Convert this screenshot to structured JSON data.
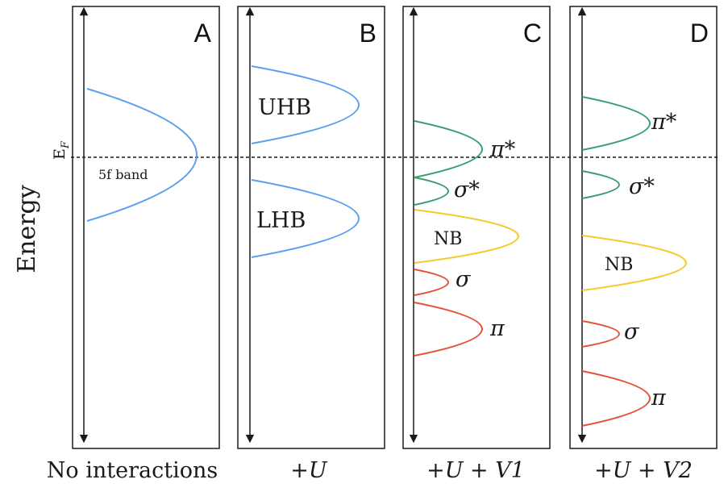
{
  "y_axis_label": "Energy",
  "fermi_label": "E",
  "fermi_subscript": "F",
  "colors": {
    "blue": "#5aa0f0",
    "green": "#3a9e70",
    "yellow": "#f2cc2e",
    "red": "#e4523a",
    "frame": "#1a1a1a"
  },
  "panels": [
    {
      "letter": "A",
      "caption": "No interactions",
      "bands": [
        {
          "label": "5f band",
          "color": "blue"
        }
      ]
    },
    {
      "letter": "B",
      "caption": "+U",
      "bands": [
        {
          "label": "UHB",
          "color": "blue"
        },
        {
          "label": "LHB",
          "color": "blue"
        }
      ]
    },
    {
      "letter": "C",
      "caption": "+U + V1",
      "bands": [
        {
          "label": "π*",
          "color": "green"
        },
        {
          "label": "σ*",
          "color": "green"
        },
        {
          "label": "NB",
          "color": "yellow"
        },
        {
          "label": "σ",
          "color": "red"
        },
        {
          "label": "π",
          "color": "red"
        }
      ]
    },
    {
      "letter": "D",
      "caption": "+U + V2",
      "bands": [
        {
          "label": "π*",
          "color": "green"
        },
        {
          "label": "σ*",
          "color": "green"
        },
        {
          "label": "NB",
          "color": "yellow"
        },
        {
          "label": "σ",
          "color": "red"
        },
        {
          "label": "π",
          "color": "red"
        }
      ]
    }
  ]
}
